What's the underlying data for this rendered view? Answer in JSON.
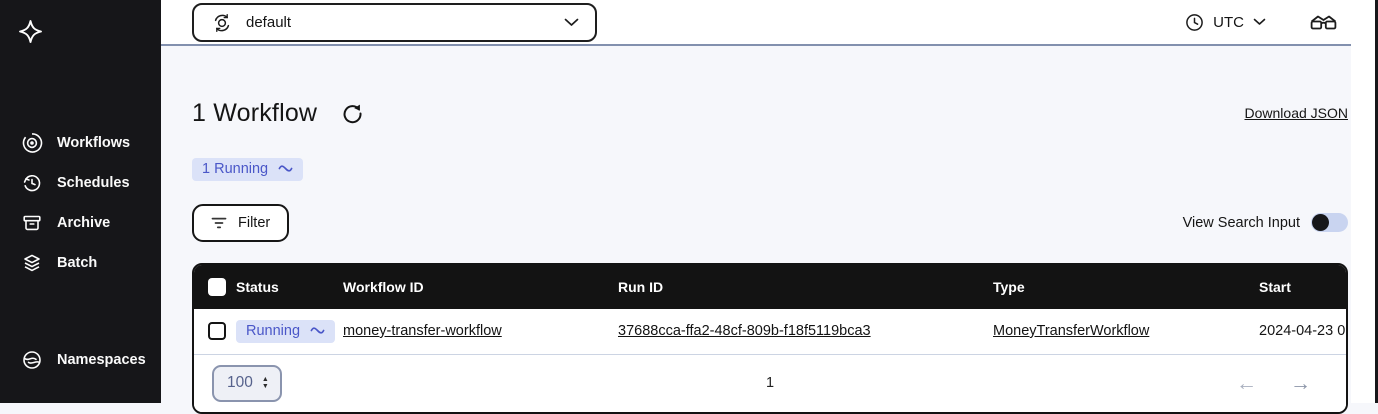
{
  "sidebar": {
    "items": [
      {
        "label": "Workflows",
        "icon": "workflows-target-icon"
      },
      {
        "label": "Schedules",
        "icon": "schedules-clock-icon"
      },
      {
        "label": "Archive",
        "icon": "archive-box-icon"
      },
      {
        "label": "Batch",
        "icon": "batch-layers-icon"
      }
    ],
    "bottom_item": {
      "label": "Namespaces",
      "icon": "namespaces-globe-icon"
    }
  },
  "topbar": {
    "namespace_select": {
      "value": "default",
      "icon": "namespace-switcher-icon"
    },
    "timezone": {
      "label": "UTC",
      "icon": "clock-icon"
    },
    "labs_icon": "glasses-icon"
  },
  "header": {
    "title": "1 Workflow",
    "status_summary": "1 Running",
    "download_link": "Download JSON"
  },
  "toolbar": {
    "filter_label": "Filter",
    "view_search_input_label": "View Search Input",
    "search_input_toggle_on": false
  },
  "table": {
    "columns": [
      "Status",
      "Workflow ID",
      "Run ID",
      "Type",
      "Start"
    ],
    "rows": [
      {
        "status": "Running",
        "workflow_id": "money-transfer-workflow",
        "run_id": "37688cca-ffa2-48cf-809b-f18f5119bca3",
        "type": "MoneyTransferWorkflow",
        "start": "2024-04-23 0"
      }
    ],
    "pagination": {
      "page_size": "100",
      "page": "1"
    }
  },
  "colors": {
    "sidebar_bg": "#161619",
    "table_header_bg": "#131313",
    "running_badge_bg": "#dbe2f8",
    "running_badge_text": "#4a57c8",
    "topbar_border": "#8290ae",
    "main_bg": "#f6f7fb",
    "toggle_track": "#c9d4f0"
  }
}
